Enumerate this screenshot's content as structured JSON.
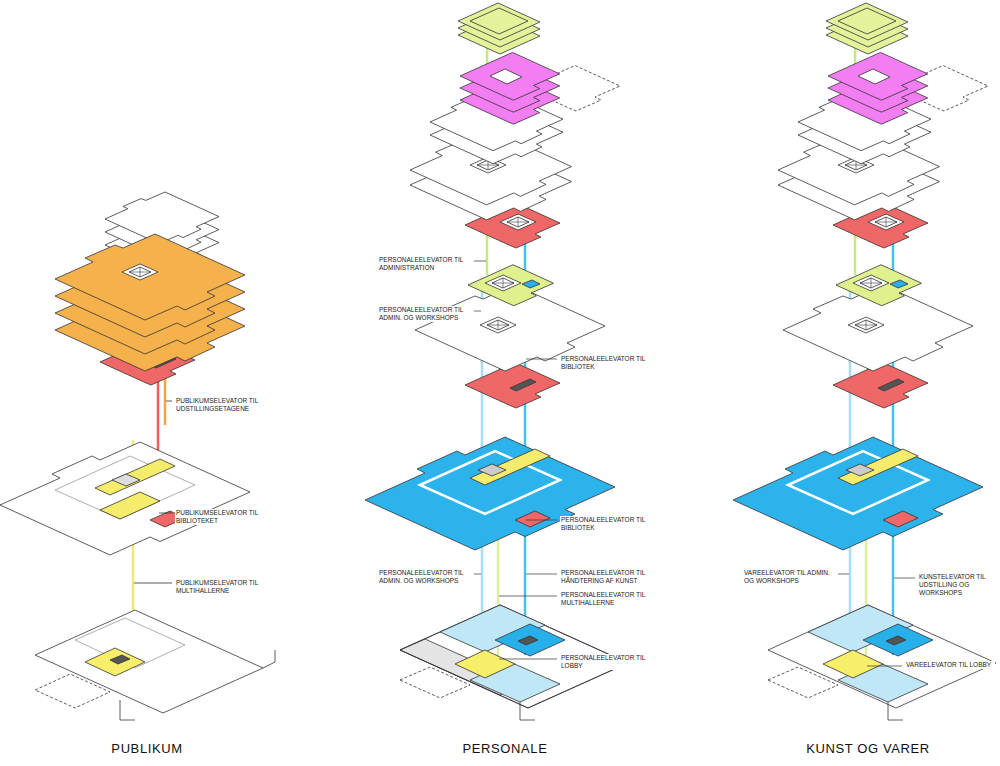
{
  "diagram": {
    "labels": [
      "PUBLIKUMSELEVATOR TIL UDSTILLINGSETAGENE",
      "PUBLIKUMSELEVATOR TIL BIBLIOTEKET",
      "PUBLIKUMSELEVATOR TIL MULTIHALLERNE",
      "PERSONALEELEVATOR TIL ADMINISTRATION",
      "PERSONALEELEVATOR TIL ADMIN. OG WORKSHOPS",
      "PERSONALEELEVATOR TIL BIBLIOTEK",
      "PERSONALEELEVATOR TIL BIBLIOTEK",
      "PERSONALEELEVATOR TIL ADMIN. OG WORKSHOPS",
      "PERSONALEELEVATOR TIL HÅNDTERING AF KUNST",
      "PERSONALEELEVATOR TIL MULTIHALLERNE",
      "PERSONALEELEVATOR TIL LOBBY",
      "VAREELEVATOR TIL ADMIN. OG WORKSHOPS",
      "KUNSTELEVATOR TIL UDSTILLING OG WORKSHOPS",
      "VAREELEVATOR TIL LOBBY",
      "PUBLIKUM",
      "PERSONALE",
      "KUNST OG VARER"
    ]
  }
}
